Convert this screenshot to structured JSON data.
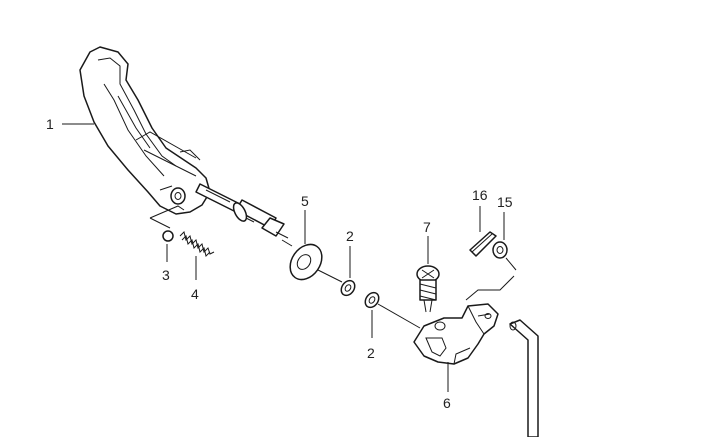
{
  "callouts": {
    "c1": "1",
    "c2a": "2",
    "c2b": "2",
    "c3": "3",
    "c4": "4",
    "c5": "5",
    "c6": "6",
    "c7": "7",
    "c15": "15",
    "c16": "16"
  },
  "colors": {
    "line": "#1a1a1a",
    "background": "#ffffff"
  }
}
